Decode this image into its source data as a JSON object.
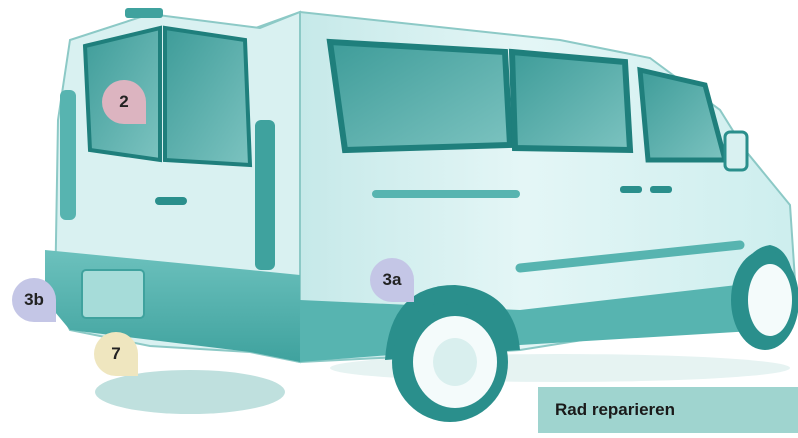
{
  "callouts": [
    {
      "id": "2",
      "text": "2",
      "color": "#dcb4c0"
    },
    {
      "id": "3a",
      "text": "3a",
      "color": "#c4c6e6"
    },
    {
      "id": "3b",
      "text": "3b",
      "color": "#c4c6e6"
    },
    {
      "id": "7",
      "text": "7",
      "color": "#efe6bf"
    }
  ],
  "caption": {
    "text": "Rad reparieren",
    "color": "#9fd4cf"
  },
  "vehicle": {
    "description_icon": "van-illustration-icon",
    "body_color": "#cdeeee",
    "dark_color": "#2a8f8c"
  }
}
